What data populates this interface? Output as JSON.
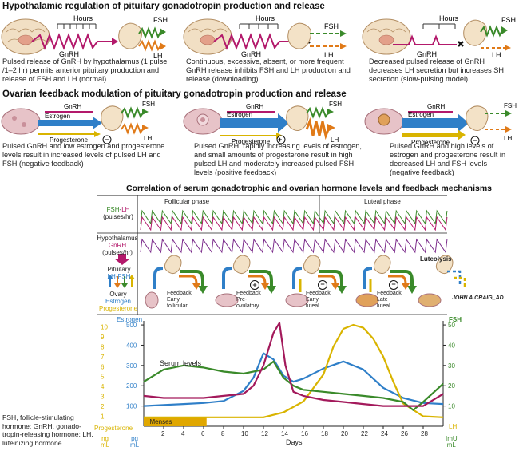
{
  "section1": {
    "title": "Hypothalamic regulation of pituitary gonadotropin production and release",
    "panels": [
      {
        "hours": "Hours",
        "gnrh": "GnRH",
        "fsh": "FSH",
        "lh": "LH",
        "caption": "Pulsed release of GnRH by hypothalamus (1 pulse /1–2 hr) permits anterior pituitary production and release of FSH and LH (normal)"
      },
      {
        "hours": "Hours",
        "gnrh": "GnRH",
        "fsh": "FSH",
        "lh": "LH",
        "caption": "Continuous, excessive, absent, or more frequent GnRH release inhibits FSH and LH production and release (downloading)"
      },
      {
        "hours": "Hours",
        "gnrh": "GnRH",
        "fsh": "FSH",
        "lh": "LH",
        "caption": "Decreased pulsed release of GnRH decreases LH secretion but increases SH secretion (slow-pulsing model)"
      }
    ]
  },
  "section2": {
    "title": "Ovarian feedback modulation of pituitary gonadotropin production and release",
    "panels": [
      {
        "gnrh": "GnRH",
        "estrogen": "Estrogen",
        "progesterone": "Progesterone",
        "fsh": "FSH",
        "lh": "LH",
        "sign": "−",
        "caption": "Pulsed GnRH and low estrogen and progesterone levels result in increased levels of pulsed LH and FSH (negative feedback)"
      },
      {
        "gnrh": "GnRH",
        "estrogen": "Estrogen",
        "progesterone": "Progesterone",
        "fsh": "FSH",
        "lh": "LH",
        "sign": "+",
        "caption": "Pulsed GnRH, rapidly increasing levels of estrogen, and small amounts of progesterone result in high pulsed LH and moderately increased pulsed FSH levels (positive feedback)"
      },
      {
        "gnrh": "GnRH",
        "estrogen": "Estrogen",
        "progesterone": "Progesterone",
        "fsh": "FSH",
        "lh": "LH",
        "sign": "−",
        "caption": "Pulsed GnRH and high levels of estrogen and progesterone result in decreased LH and FSH levels (negative feedback)"
      }
    ]
  },
  "section3": {
    "title": "Correlation of serum gonadotrophic and ovarian hormone levels and feedback mechanisms",
    "fsh_lh_label": {
      "fsh": "FSH",
      "dash": "-",
      "lh": "LH",
      "unit": "(pulses/hr)"
    },
    "hypothalamus_label": {
      "line1": "Hypothalamus",
      "line2": "GnRH",
      "line3": "(pulses/hr)"
    },
    "pituitary_label": {
      "line1": "Pituitary",
      "line2": "LH-FSH"
    },
    "ovary_label": {
      "line1": "Ovary",
      "line2": "Estrogen",
      "line3": "Progesterone"
    },
    "follicular_phase": "Follicular phase",
    "luteal_phase": "Luteal phase",
    "luteolysis": "Luteolysis",
    "feedback_stages": [
      {
        "line1": "Feedback",
        "line2": "Early",
        "line3": "follicular",
        "sign": ""
      },
      {
        "line1": "Feedback",
        "line2": "Pre-",
        "line3": "ovulatory",
        "sign": "+"
      },
      {
        "line1": "Feedback",
        "line2": "Early",
        "line3": "luteal",
        "sign": "−"
      },
      {
        "line1": "Feedback",
        "line2": "Late",
        "line3": "luteal",
        "sign": "−"
      }
    ],
    "signature": "JOHN A.CRAIG_AD"
  },
  "legend_text": "FSH, follicle-stimulating hormone; GnRH, gonado-tropin-releasing hormone; LH, luteinizing hormone.",
  "chart_data": {
    "type": "line",
    "xlabel": "Days",
    "x_ticks": [
      "2",
      "4",
      "6",
      "8",
      "10",
      "12",
      "14",
      "16",
      "18",
      "20",
      "22",
      "24",
      "26",
      "28"
    ],
    "serum_levels_label": "Serum levels",
    "menses_label": "Menses",
    "menses_range": [
      0,
      6.3
    ],
    "axes": {
      "progesterone": {
        "label": "Progesterone",
        "ticks": [
          "1",
          "2",
          "3",
          "4",
          "5",
          "6",
          "7",
          "8",
          "9",
          "10"
        ],
        "unit_top": "ng",
        "unit_bottom": "mL",
        "color": "#d9b400"
      },
      "estrogen": {
        "label": "Estrogen",
        "ticks": [
          "100",
          "200",
          "300",
          "400",
          "500"
        ],
        "unit_top": "pg",
        "unit_bottom": "mL",
        "color": "#2f7fc8"
      },
      "fsh": {
        "label": "FSH",
        "ticks": [
          "10",
          "20",
          "30",
          "40",
          "50"
        ],
        "unit_top": "ImU",
        "unit_bottom": "mL",
        "color": "#3a8a2a"
      },
      "lh": {
        "label": "LH",
        "color": "#d9b400"
      }
    },
    "series": [
      {
        "name": "Estrogen",
        "color": "#2f7fc8",
        "x": [
          0,
          2,
          4,
          6,
          8,
          10,
          11,
          12,
          13,
          14,
          15,
          16,
          18,
          20,
          22,
          24,
          26,
          28,
          30
        ],
        "y": [
          100,
          105,
          110,
          115,
          125,
          175,
          240,
          360,
          330,
          250,
          220,
          235,
          285,
          320,
          280,
          190,
          140,
          115,
          110
        ],
        "axis": "estrogen"
      },
      {
        "name": "Progesterone",
        "color": "#d9b400",
        "x": [
          0,
          2,
          4,
          6,
          8,
          10,
          12,
          14,
          16,
          18,
          19,
          20,
          21,
          22,
          23,
          24,
          25,
          26,
          28,
          30
        ],
        "y": [
          0.9,
          0.9,
          0.9,
          0.9,
          0.9,
          0.9,
          0.9,
          1.4,
          2.5,
          5.2,
          8,
          9.8,
          10.2,
          9.9,
          8.8,
          7,
          4.5,
          2.3,
          1,
          0.9
        ],
        "axis": "progesterone"
      },
      {
        "name": "FSH",
        "color": "#3a8a2a",
        "x": [
          0,
          2,
          4,
          6,
          8,
          10,
          12,
          13,
          14,
          15,
          16,
          18,
          20,
          22,
          24,
          26,
          27,
          28,
          30
        ],
        "y": [
          22,
          28,
          30,
          29,
          27,
          26,
          28,
          32,
          24,
          20,
          18,
          17,
          16,
          15,
          14,
          12,
          8,
          12,
          21
        ],
        "axis": "fsh"
      },
      {
        "name": "LH",
        "color": "#a3195b",
        "x": [
          0,
          2,
          4,
          6,
          8,
          10,
          11,
          12,
          13,
          13.6,
          14.2,
          15,
          16,
          18,
          20,
          22,
          24,
          26,
          28,
          30
        ],
        "y": [
          15,
          14,
          14,
          14,
          15,
          16,
          20,
          30,
          46,
          51,
          30,
          17,
          15,
          13,
          12,
          11,
          10,
          10,
          10,
          16
        ],
        "axis": "fsh"
      }
    ]
  }
}
